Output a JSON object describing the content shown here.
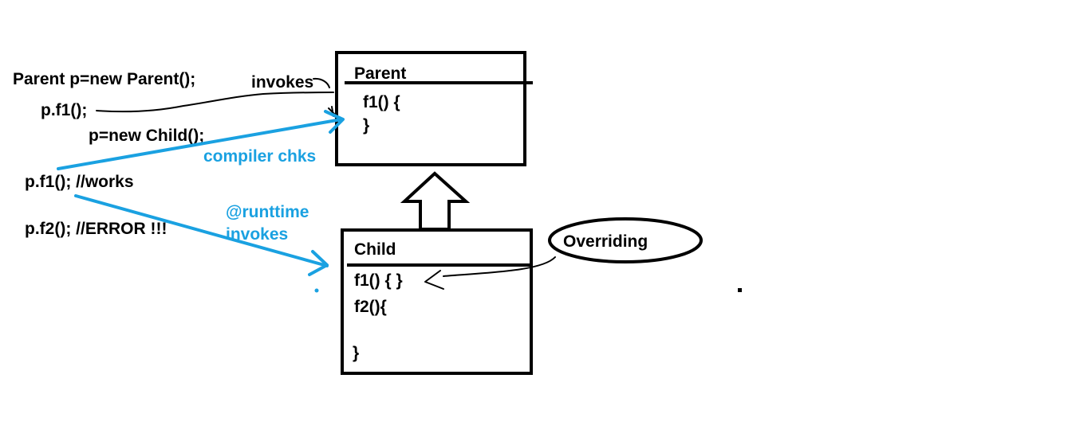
{
  "colors": {
    "ink": "#000000",
    "accent": "#1aa1e1",
    "background": "#ffffff"
  },
  "code": {
    "line_parent_new": "Parent p=new Parent();",
    "line_call_1": "p.f1();",
    "line_child_new": "p=new Child();",
    "line_call_works": "p.f1(); //works",
    "line_call_error": "p.f2(); //ERROR !!!"
  },
  "annotations": {
    "invokes": "invokes",
    "compiler_checks": "compiler chks",
    "runtime_line1": "@runttime",
    "runtime_line2": "invokes",
    "overriding": "Overriding"
  },
  "parent_class": {
    "title": "Parent",
    "body_line1": "f1() {",
    "body_line2": "}"
  },
  "child_class": {
    "title": "Child",
    "body_line1": "f1() {  }",
    "body_line2": "f2(){",
    "body_line3": "}"
  }
}
